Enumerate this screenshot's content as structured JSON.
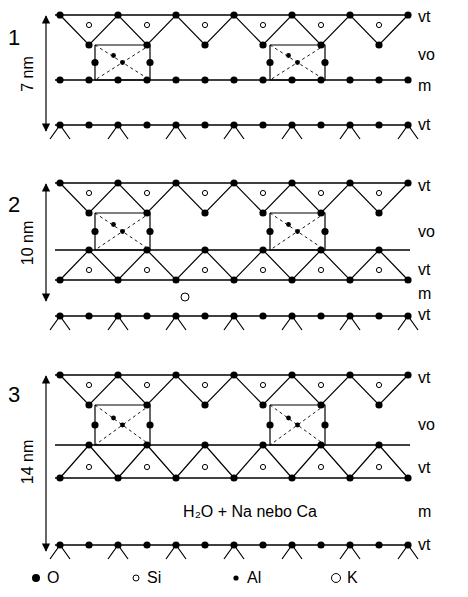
{
  "diagram": {
    "labels": [
      "1",
      "7 nm",
      "vt",
      "vo",
      "m",
      "vt",
      "2",
      "10 nm",
      "vt",
      "vo",
      "vt",
      "m",
      "vt",
      "3",
      "14 nm",
      "vt",
      "vo",
      "vt",
      "H₂O + Na nebo Ca",
      "m",
      "vt"
    ],
    "legend": [
      {
        "text": "O"
      },
      {
        "text": "Si"
      },
      {
        "text": "Al"
      },
      {
        "text": "K"
      }
    ]
  }
}
